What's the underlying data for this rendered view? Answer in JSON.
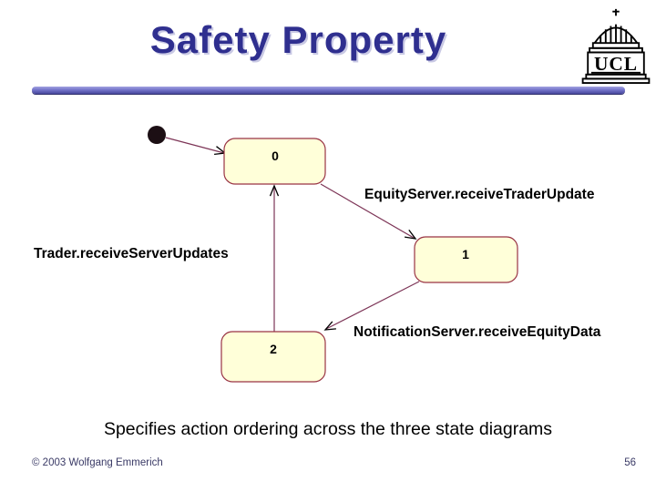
{
  "slide": {
    "title": "Safety Property",
    "caption": "Specifies action ordering across the three state diagrams",
    "copyright": "© 2003 Wolfgang Emmerich",
    "page_number": "56",
    "logo_text": "UCL",
    "colors": {
      "title_text": "#2f2f8f",
      "divider": "#7474ca",
      "footer_text": "#3a3a66"
    }
  },
  "diagram": {
    "type": "uml-state-diagram",
    "initial_state": {
      "shape": "filled-circle"
    },
    "states": [
      {
        "label": "0"
      },
      {
        "label": "1"
      },
      {
        "label": "2"
      }
    ],
    "transitions": [
      {
        "from": "initial",
        "to": "0"
      },
      {
        "from": "0",
        "to": "1",
        "label": "EquityServer.receiveTraderUpdate"
      },
      {
        "from": "1",
        "to": "2",
        "label": "NotificationServer.receiveEquityData"
      },
      {
        "from": "2",
        "to": "0",
        "label": "Trader.receiveServerUpdates"
      }
    ],
    "colors": {
      "state_fill": "#ffffd9",
      "state_border": "#993344",
      "line": "#7d3557",
      "arrowhead": "#000000",
      "initial_fill": "#1c0f14"
    }
  }
}
